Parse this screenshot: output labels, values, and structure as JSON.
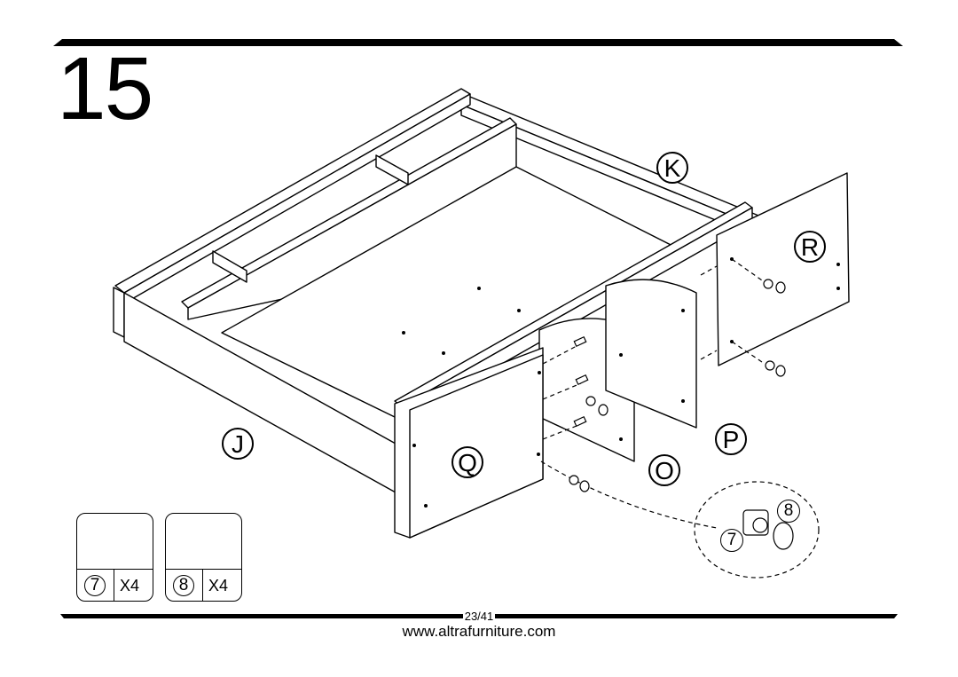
{
  "step": {
    "number": "15"
  },
  "part_labels": {
    "K": "K",
    "R": "R",
    "J": "J",
    "Q": "Q",
    "O": "O",
    "P": "P"
  },
  "hardware": [
    {
      "id": "7",
      "qty": "X4",
      "icon": "cam-lock-icon"
    },
    {
      "id": "8",
      "qty": "X4",
      "icon": "cam-cover-cap-icon"
    }
  ],
  "detail_callout": {
    "cam_label": "7",
    "cap_label": "8"
  },
  "footer": {
    "page": "23/41",
    "url": "www.altrafurniture.com"
  },
  "colors": {
    "ink": "#000000",
    "paper": "#ffffff"
  }
}
